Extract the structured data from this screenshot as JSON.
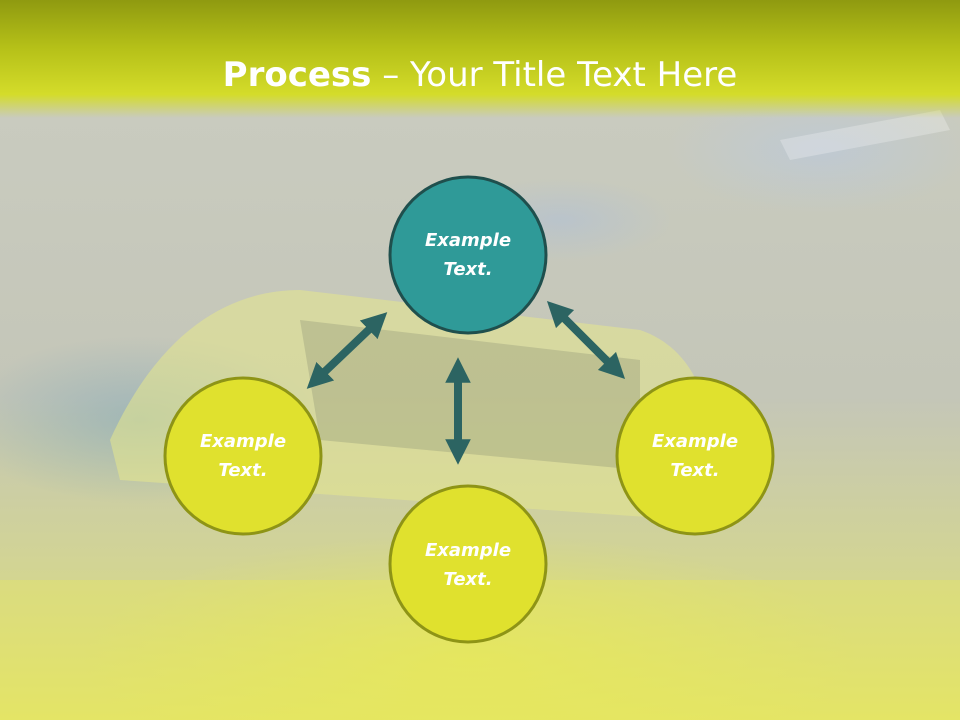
{
  "title": {
    "bold": "Process",
    "dash": " – ",
    "rest": "Your Title Text Here"
  },
  "nodes": [
    {
      "id": "top",
      "line1": "Example",
      "line2": "Text.",
      "fill": "#2f9a98"
    },
    {
      "id": "left",
      "line1": "Example",
      "line2": "Text.",
      "fill": "#e0e12e"
    },
    {
      "id": "right",
      "line1": "Example",
      "line2": "Text.",
      "fill": "#e0e12e"
    },
    {
      "id": "bottom",
      "line1": "Example",
      "line2": "Text.",
      "fill": "#e0e12e"
    }
  ],
  "colors": {
    "header": "#c6d01e",
    "arrow": "#2c6462",
    "circle_stroke_teal": "#1f4f4d",
    "circle_stroke_yellow": "#8e9416"
  }
}
